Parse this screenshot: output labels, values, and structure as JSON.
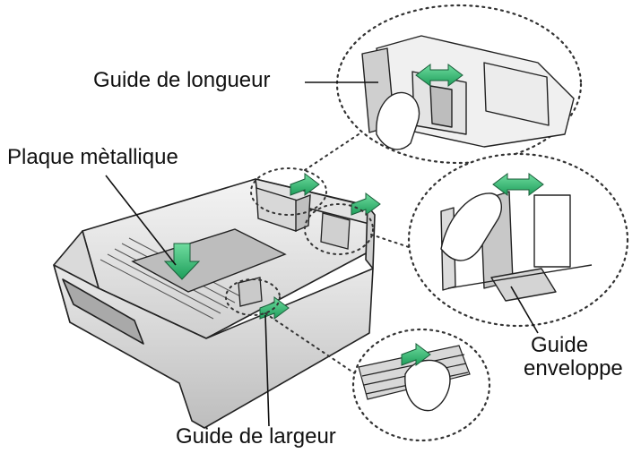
{
  "labels": {
    "length_guide": "Guide de longueur",
    "metal_plate": "Plaque mètallique",
    "envelope_guide_line1": "Guide",
    "envelope_guide_line2": "enveloppe",
    "width_guide": "Guide de largeur"
  },
  "colors": {
    "arrow_fill": "#2bb673",
    "line": "#222222",
    "paper_tray_shade": "#cfcfcf",
    "paper_tray_light": "#f2f2f2",
    "metal_plate": "#bdbdbd"
  },
  "icons": {
    "arrow": "green-direction-arrow",
    "callout": "dotted-circle-callout"
  }
}
